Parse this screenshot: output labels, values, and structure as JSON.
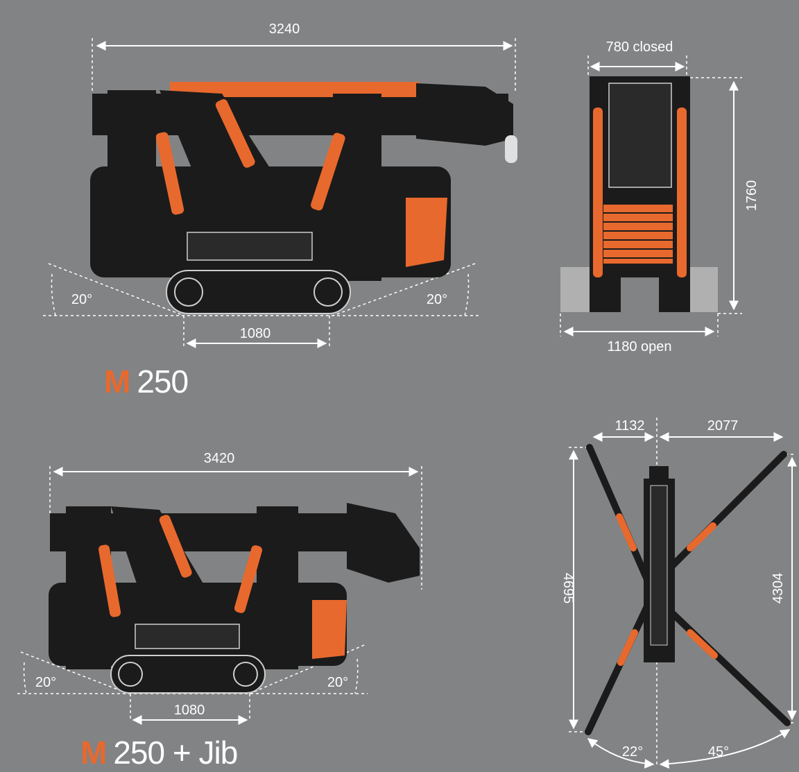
{
  "colors": {
    "background": "#828384",
    "machine": "#1b1b1b",
    "accent": "#e8692d",
    "dimension": "#ffffff",
    "ground": "#b0b0b0"
  },
  "top_view": {
    "model_brand": "M",
    "model_number": "250",
    "dims": {
      "length": "3240",
      "track_width": "1080",
      "angle_left": "20°",
      "angle_right": "20°"
    }
  },
  "front_view": {
    "dims": {
      "width_closed": "780 closed",
      "height": "1760",
      "width_open": "1180 open"
    }
  },
  "jib_view": {
    "model_brand": "M",
    "model_number": "250 + Jib",
    "dims": {
      "length": "3420",
      "track_width": "1080",
      "angle_left": "20°",
      "angle_right": "20°"
    }
  },
  "outrigger_plan": {
    "dims": {
      "left_span": "1132",
      "right_span": "2077",
      "total_length": "4695",
      "right_length": "4304",
      "angle_left": "22°",
      "angle_right": "45°"
    }
  }
}
